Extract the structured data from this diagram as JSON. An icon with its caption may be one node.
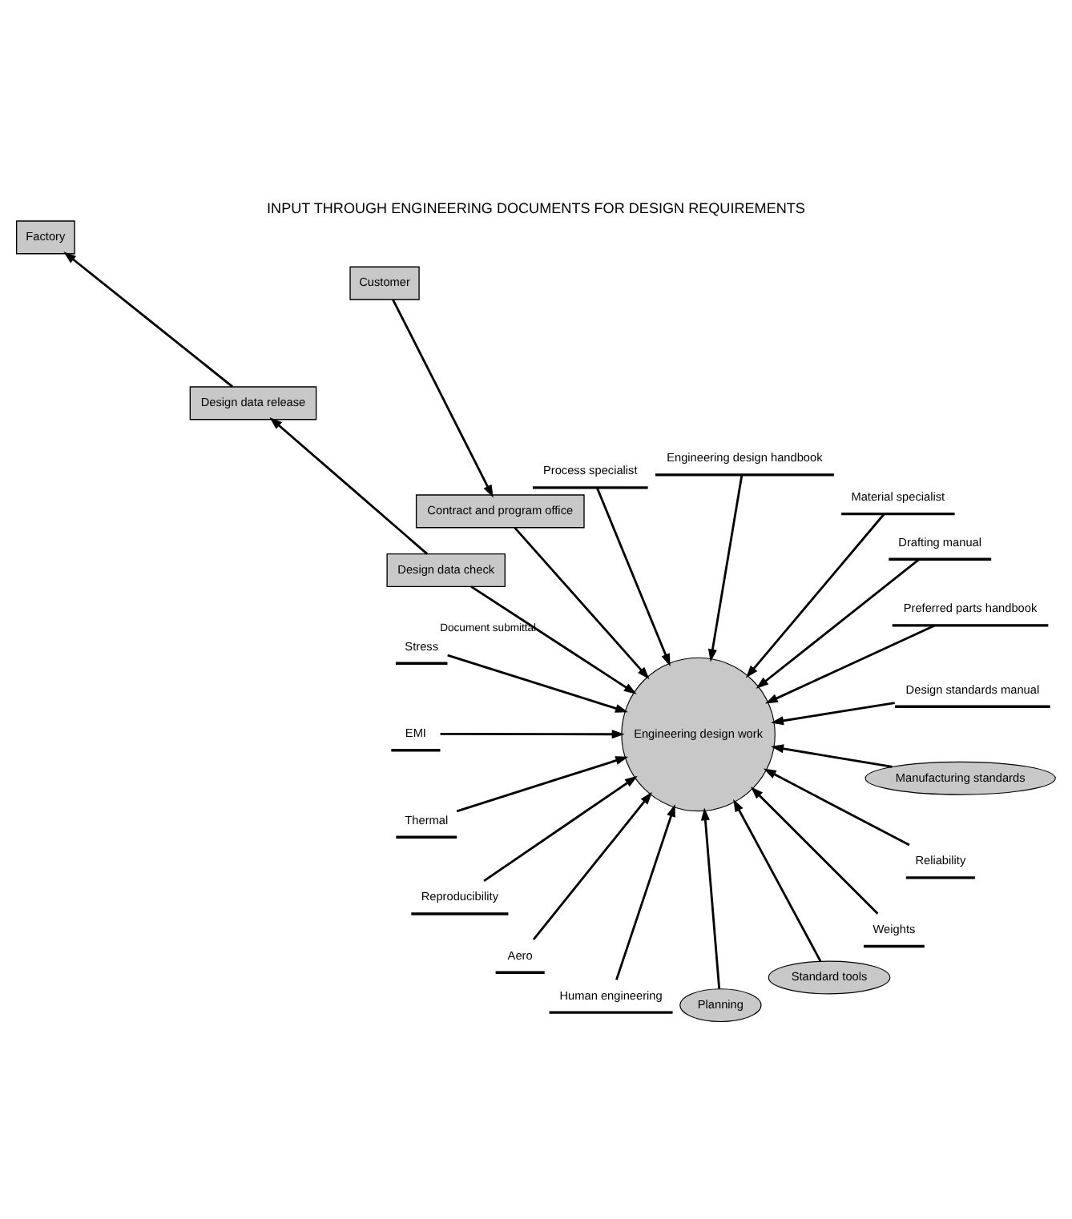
{
  "diagram": {
    "title": "INPUT THROUGH ENGINEERING DOCUMENTS FOR DESIGN REQUIREMENTS",
    "nodes": [
      {
        "text": [
          "Customer"
        ]
      },
      {
        "text": [
          "Design standards manual"
        ]
      },
      {
        "text": [
          "Preferred parts handbook"
        ]
      },
      {
        "text": [
          "Drafting manual"
        ]
      },
      {
        "text": [
          "Material specialist"
        ]
      },
      {
        "text": [
          "Engineering design handbook"
        ]
      },
      {
        "text": [
          "Process specialist"
        ]
      },
      {
        "text": [
          "Contract and program office"
        ]
      },
      {
        "text": [
          "Engineering design work"
        ]
      },
      {
        "text": [
          "Design data check"
        ]
      },
      {
        "text": [
          "Stress"
        ]
      },
      {
        "text": [
          "EMI"
        ]
      },
      {
        "text": [
          "Thermal"
        ]
      },
      {
        "text": [
          "Reproducibility"
        ]
      },
      {
        "text": [
          "Aero"
        ]
      },
      {
        "text": [
          "Human engineering"
        ]
      },
      {
        "text": [
          "Planning"
        ]
      },
      {
        "text": [
          "Standard tools"
        ]
      },
      {
        "text": [
          "Design data release"
        ]
      },
      {
        "text": [
          "Weights"
        ]
      },
      {
        "text": [
          "Reliability"
        ]
      },
      {
        "text": [
          "Manufacturing standards"
        ]
      },
      {
        "text": [
          "Factory"
        ]
      }
    ],
    "edges": [
      {
        "from": 0,
        "to": 7,
        "arrow": "to"
      },
      {
        "from": 1,
        "to": 8,
        "arrow": "to"
      },
      {
        "from": 2,
        "to": 8,
        "arrow": "to"
      },
      {
        "from": 3,
        "to": 8,
        "arrow": "to"
      },
      {
        "from": 4,
        "to": 8,
        "arrow": "to"
      },
      {
        "from": 5,
        "to": 8,
        "arrow": "to"
      },
      {
        "from": 6,
        "to": 8,
        "arrow": "to"
      },
      {
        "from": 7,
        "to": 8,
        "arrow": "to"
      },
      {
        "from": 9,
        "to": 8,
        "label": "Document submittal",
        "arrow": "to"
      },
      {
        "from": 10,
        "to": 8,
        "arrow": "to"
      },
      {
        "from": 11,
        "to": 8,
        "arrow": "to"
      },
      {
        "from": 12,
        "to": 8,
        "arrow": "to"
      },
      {
        "from": 13,
        "to": 8,
        "arrow": "to"
      },
      {
        "from": 14,
        "to": 8,
        "arrow": "to"
      },
      {
        "from": 15,
        "to": 8,
        "arrow": "to"
      },
      {
        "from": 16,
        "to": 8,
        "arrow": "to"
      },
      {
        "from": 17,
        "to": 8,
        "arrow": "to"
      },
      {
        "from": 19,
        "to": 8,
        "arrow": "to"
      },
      {
        "from": 20,
        "to": 8,
        "arrow": "to"
      },
      {
        "from": 21,
        "to": 8,
        "arrow": "to"
      },
      {
        "from": 9,
        "to": 18,
        "arrow": "to"
      },
      {
        "from": 18,
        "to": 22,
        "arrow": "to"
      }
    ]
  }
}
